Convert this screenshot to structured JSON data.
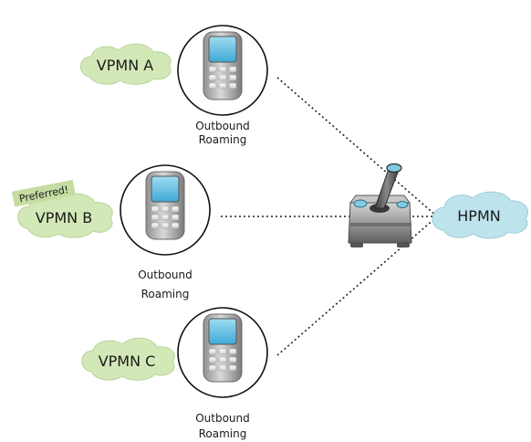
{
  "visited_networks": [
    {
      "name": "VPMN A",
      "device_caption": [
        "Outbound",
        "Roaming"
      ]
    },
    {
      "name": "VPMN B",
      "tag": "Preferred!",
      "device_caption": [
        "Outbound",
        "Roaming"
      ]
    },
    {
      "name": "VPMN C",
      "device_caption": [
        "Outbound",
        "Roaming"
      ]
    }
  ],
  "home_network": {
    "name": "HPMN"
  },
  "steering_device": {
    "icon": "joystick-icon"
  },
  "icons": {
    "phone": "mobile-phone-icon",
    "cloud": "cloud-shape"
  },
  "colors": {
    "vpmn_cloud": "#d3e8b7",
    "vpmn_cloud_stroke": "#b8d39a",
    "hpmn_cloud": "#bde3ec",
    "hpmn_cloud_stroke": "#a0ccd8",
    "tag_fill": "#c5dca2",
    "phone_screen": "#6ec6e8",
    "connector_line": "#222222"
  }
}
